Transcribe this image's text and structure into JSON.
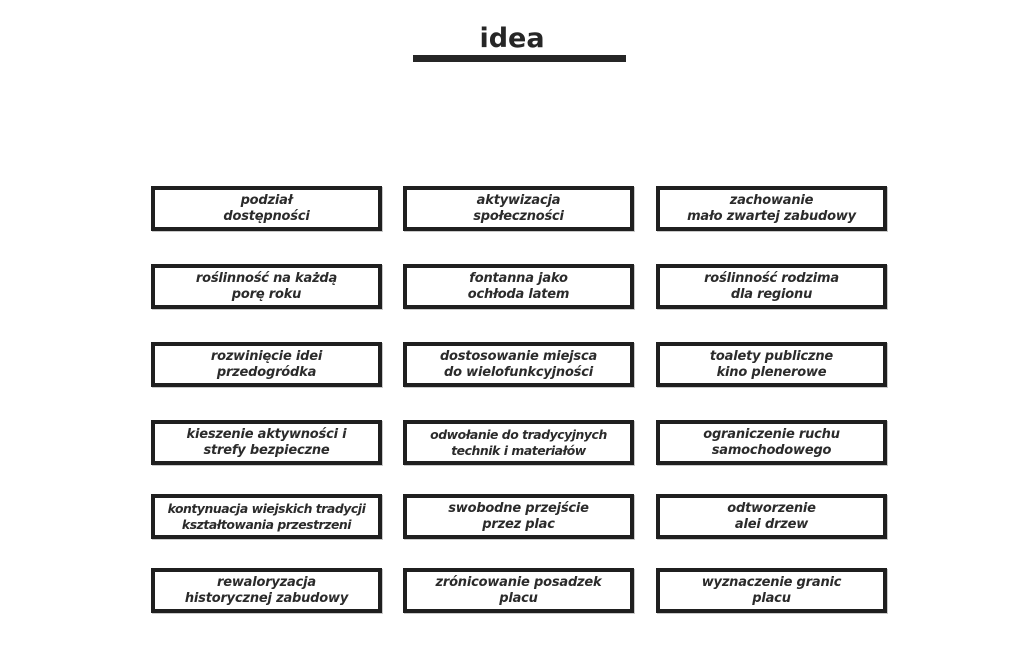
{
  "header": {
    "title": "idea",
    "rule_color": "#262626"
  },
  "theme": {
    "background": "#ffffff",
    "border_color": "#1f1f1f",
    "text_color": "#2b2b2b",
    "shadow_color": "#c9c9c9"
  },
  "board": {
    "columns": [
      {
        "name": "column-1",
        "boxes": [
          {
            "line1": "podział",
            "line2": "dostępności"
          },
          {
            "line1": "roślinność na każdą",
            "line2": "porę roku"
          },
          {
            "line1": "rozwinięcie idei",
            "line2": "przedogródka"
          },
          {
            "line1": "kieszenie aktywności i",
            "line2": "strefy bezpieczne"
          },
          {
            "line1": "kontynuacja wiejskich tradycji",
            "line2": "kształtowania przestrzeni"
          },
          {
            "line1": "rewaloryzacja",
            "line2": "historycznej zabudowy"
          }
        ]
      },
      {
        "name": "column-2",
        "boxes": [
          {
            "line1": "aktywizacja",
            "line2": "społeczności"
          },
          {
            "line1": "fontanna jako",
            "line2": "ochłoda latem"
          },
          {
            "line1": "dostosowanie miejsca",
            "line2": "do wielofunkcyjności"
          },
          {
            "line1": "odwołanie do tradycyjnych",
            "line2": "technik i materiałów"
          },
          {
            "line1": "swobodne przejście",
            "line2": "przez plac"
          },
          {
            "line1": "zrónicowanie posadzek",
            "line2": "placu"
          }
        ]
      },
      {
        "name": "column-3",
        "boxes": [
          {
            "line1": "zachowanie",
            "line2": "mało zwartej zabudowy"
          },
          {
            "line1": "roślinność rodzima",
            "line2": "dla regionu"
          },
          {
            "line1": "toalety publiczne",
            "line2": "kino plenerowe"
          },
          {
            "line1": "ograniczenie ruchu",
            "line2": "samochodowego"
          },
          {
            "line1": "odtworzenie",
            "line2": "alei drzew"
          },
          {
            "line1": "wyznaczenie granic",
            "line2": "placu"
          }
        ]
      }
    ]
  }
}
